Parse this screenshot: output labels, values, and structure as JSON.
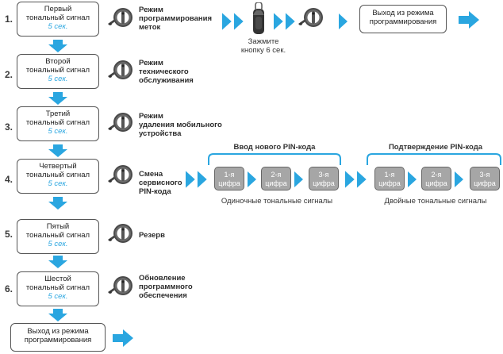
{
  "steps": [
    {
      "num": "1.",
      "line1": "Первый",
      "line2": "тональный сигнал",
      "dur": "5 сек.",
      "mode": [
        "Режим",
        "программирования",
        "меток"
      ]
    },
    {
      "num": "2.",
      "line1": "Второй",
      "line2": "тональный сигнал",
      "dur": "5 сек.",
      "mode": [
        "Режим",
        "технического",
        "обслуживания"
      ]
    },
    {
      "num": "3.",
      "line1": "Третий",
      "line2": "тональный сигнал",
      "dur": "5 сек.",
      "mode": [
        "Режим",
        "удаления мобильного",
        "устройства"
      ]
    },
    {
      "num": "4.",
      "line1": "Четвертый",
      "line2": "тональный сигнал",
      "dur": "5 сек.",
      "mode": [
        "Смена",
        "сервисного",
        "PIN-кода"
      ]
    },
    {
      "num": "5.",
      "line1": "Пятый",
      "line2": "тональный сигнал",
      "dur": "5 сек.",
      "mode": [
        "Резерв"
      ]
    },
    {
      "num": "6.",
      "line1": "Шестой",
      "line2": "тональный сигнал",
      "dur": "5 сек.",
      "mode": [
        "Обновление",
        "программного",
        "обеспечения"
      ]
    }
  ],
  "step1_flow": {
    "press_caption": [
      "Зажмите",
      "кнопку 6 сек."
    ],
    "exit": [
      "Выход из режима",
      "программирования"
    ]
  },
  "pin": {
    "new_title": "Ввод нового PIN-кода",
    "confirm_title": "Подтверждение PIN-кода",
    "digits": [
      [
        "1-я",
        "цифра"
      ],
      [
        "2-я",
        "цифра"
      ],
      [
        "3-я",
        "цифра"
      ]
    ],
    "single_caption": "Одиночные тональные сигналы",
    "double_caption": "Двойные тональные сигналы"
  },
  "final_exit": [
    "Выход из режима",
    "программирования"
  ],
  "colors": {
    "accent": "#2aa6e0",
    "pill": "#a6a6a6"
  }
}
